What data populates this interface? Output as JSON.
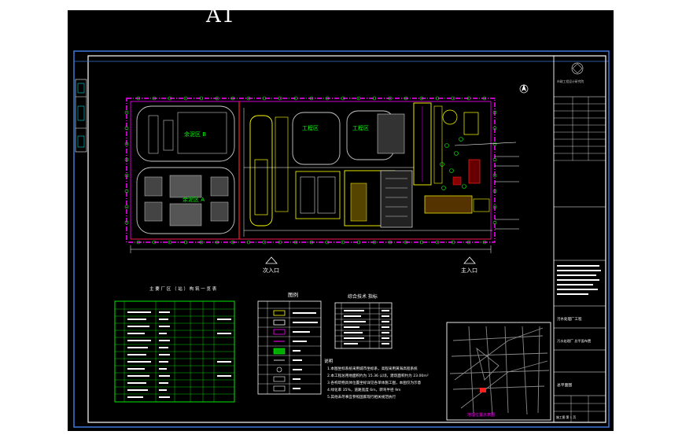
{
  "sheet": {
    "label": "A1"
  },
  "site": {
    "zones": [
      "余泥区 B",
      "余泥区 A",
      "工程区",
      "工程区"
    ],
    "entrances": [
      "次入口",
      "主入口"
    ]
  },
  "tables": {
    "structures_title": "主 要 厂 区 （ 站 ） 构 筑 一 览 表",
    "legend_title": "图例",
    "tech_title": "综合技术 指标"
  },
  "notes": {
    "title": "说明",
    "lines": [
      "1.本图坐标系统采用城市坐标系，高程采用黄海高程系统",
      "2.本工程总用地面积约为 15.36 公顷，建筑面积约为 23.00m²",
      "3.各构筑物具体位置坐标详见各单体施工图，本图仅为示意",
      "4.绿化率 35%，道路宽度 6m，转弯半径 9m",
      "5.其他未尽事宜参照国家现行相关规范执行"
    ]
  },
  "location_map": {
    "caption": "地理位置示意图"
  },
  "title_block": {
    "company": "市政工程设计研究院",
    "project": "污水处理厂工程",
    "subproject": "污水处理厂 总平面布置",
    "drawing": "总平面图",
    "footer": "施工图 第 1 页"
  },
  "colors": {
    "frame": "#3c78d8",
    "magenta": "#ff00ff",
    "yellow": "#ffff00",
    "green": "#00ff00",
    "cyan": "#00ffff",
    "white": "#ffffff",
    "red": "#ff2020"
  }
}
